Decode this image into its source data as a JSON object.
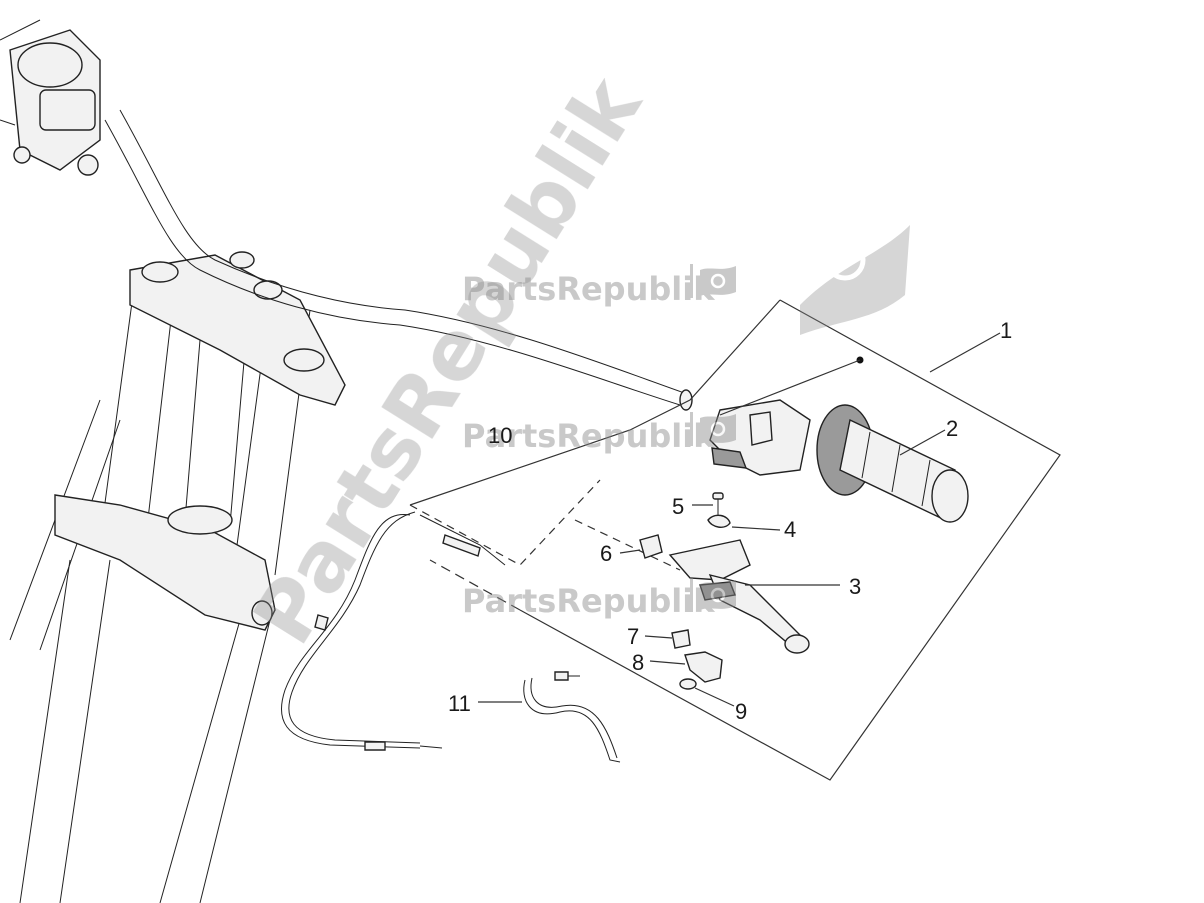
{
  "watermark": {
    "brand_text": "PartsRepublik",
    "brand_color": "#a0a0a0",
    "icon": "gear-flag-icon"
  },
  "callouts": [
    {
      "id": "1",
      "label": "1"
    },
    {
      "id": "2",
      "label": "2"
    },
    {
      "id": "3",
      "label": "3"
    },
    {
      "id": "4",
      "label": "4"
    },
    {
      "id": "5",
      "label": "5"
    },
    {
      "id": "6",
      "label": "6"
    },
    {
      "id": "7",
      "label": "7"
    },
    {
      "id": "8",
      "label": "8"
    },
    {
      "id": "9",
      "label": "9"
    },
    {
      "id": "10",
      "label": "10"
    },
    {
      "id": "11",
      "label": "11"
    }
  ]
}
